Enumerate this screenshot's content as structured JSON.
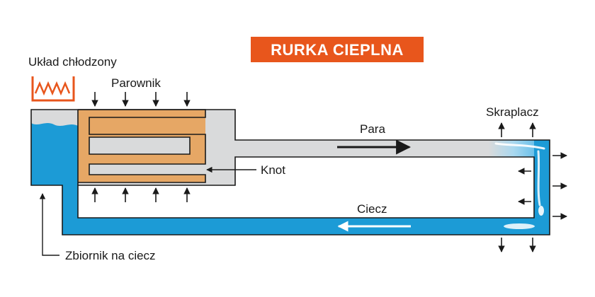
{
  "title": "RURKA CIEPLNA",
  "labels": {
    "cooled_system": "Układ chłodzony",
    "evaporator": "Parownik",
    "condenser": "Skraplacz",
    "vapor": "Para",
    "wick": "Knot",
    "liquid": "Ciecz",
    "reservoir": "Zbiornik na ciecz"
  },
  "colors": {
    "title_bg": "#e8561c",
    "heater": "#e8561c",
    "liquid": "#1c9bd6",
    "vapor_gray": "#d9dadb",
    "wick_orange": "#e6a765",
    "outline": "#1a1a1a"
  },
  "icons": [
    "heater-coil-icon",
    "heat-in-arrow-icon",
    "heat-out-arrow-icon",
    "flow-arrow-icon"
  ]
}
